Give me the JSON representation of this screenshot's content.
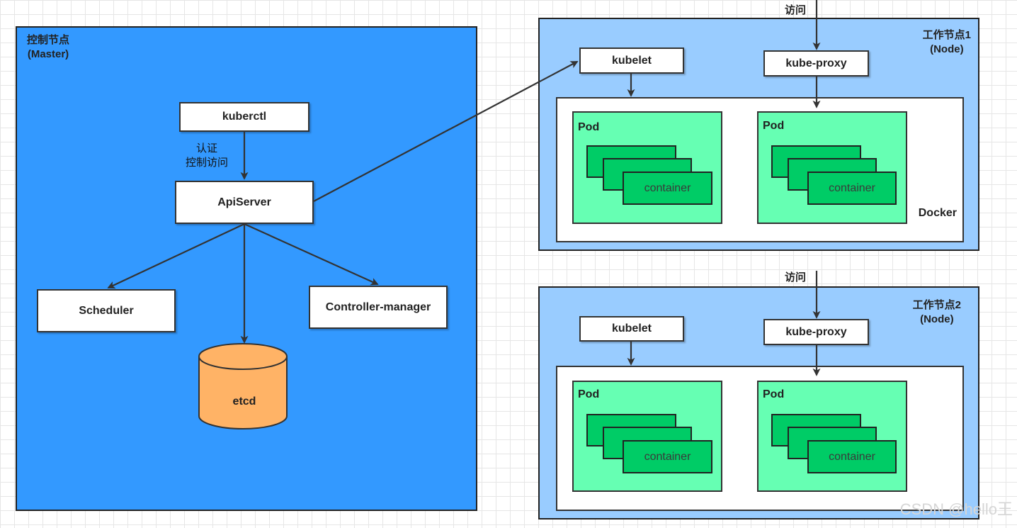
{
  "colors": {
    "master_fill": "#3399ff",
    "node_fill": "#99ccff",
    "pod_fill": "#66ffb3",
    "container_fill": "#00cc66",
    "etcd_fill": "#ffb366",
    "arrow": "#333333"
  },
  "master": {
    "title": "控制节点\n(Master)",
    "kuberctl": "kuberctl",
    "auth_label": "认证\n控制访问",
    "apiserver": "ApiServer",
    "scheduler": "Scheduler",
    "controller_manager": "Controller-manager",
    "etcd": "etcd"
  },
  "nodes": [
    {
      "title": "工作节点1\n(Node)",
      "access_label": "访问",
      "kubelet": "kubelet",
      "kube_proxy": "kube-proxy",
      "docker_label": "Docker",
      "pods": [
        {
          "label": "Pod",
          "container": "container"
        },
        {
          "label": "Pod",
          "container": "container"
        }
      ]
    },
    {
      "title": "工作节点2\n(Node)",
      "access_label": "访问",
      "kubelet": "kubelet",
      "kube_proxy": "kube-proxy",
      "docker_label": "",
      "pods": [
        {
          "label": "Pod",
          "container": "container"
        },
        {
          "label": "Pod",
          "container": "container"
        }
      ]
    }
  ],
  "watermark": "CSDN @hello王"
}
